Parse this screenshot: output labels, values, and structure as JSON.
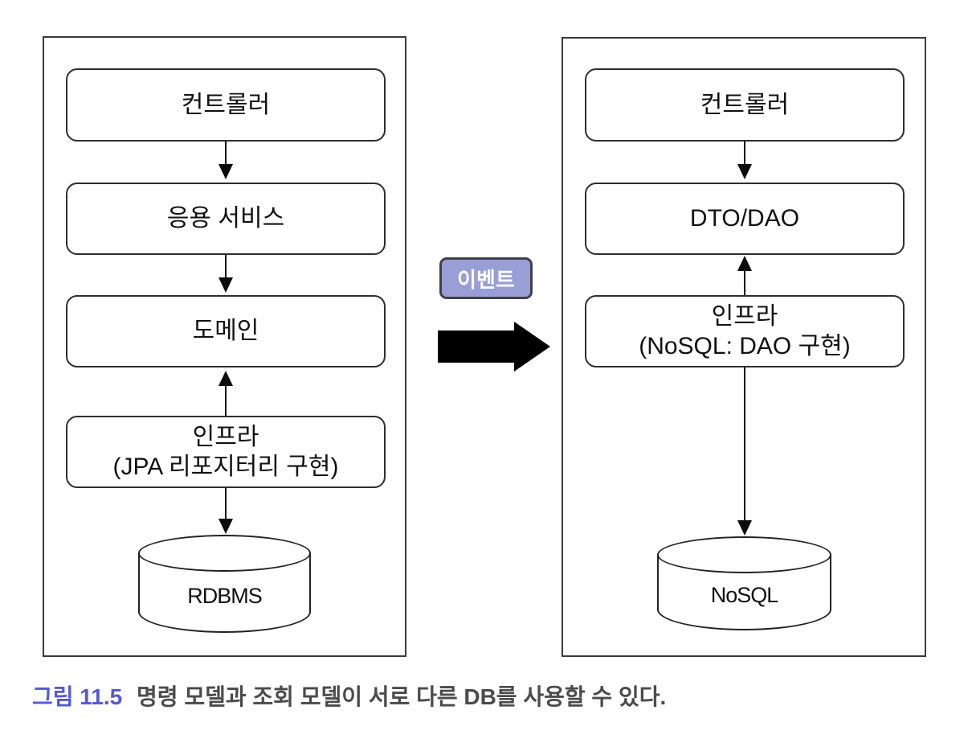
{
  "diagram": {
    "left_panel": {
      "boxes": [
        {
          "label": "컨트롤러"
        },
        {
          "label": "응용 서비스"
        },
        {
          "label": "도메인"
        },
        {
          "label": "인프라",
          "sublabel": "(JPA 리포지터리 구현)"
        }
      ],
      "database": {
        "label": "RDBMS"
      }
    },
    "right_panel": {
      "boxes": [
        {
          "label": "컨트롤러"
        },
        {
          "label": "DTO/DAO"
        },
        {
          "label": "인프라",
          "sublabel": "(NoSQL: DAO 구현)"
        }
      ],
      "database": {
        "label": "NoSQL"
      }
    },
    "event_badge": {
      "label": "이벤트"
    },
    "caption": {
      "label": "그림 11.5",
      "text": "명령 모델과 조회 모델이 서로 다른 DB를 사용할 수 있다."
    }
  },
  "colors": {
    "badge_background": "#9a9ed7",
    "badge_border": "#40404a",
    "badge_text": "#ffffff",
    "caption_accent": "#5559d1",
    "caption_text": "#4b4b4b",
    "box_border": "#2e2e2e",
    "panel_border": "#3b3b3b",
    "arrow": "#0b0b0b",
    "transition_arrow": "#000000"
  }
}
